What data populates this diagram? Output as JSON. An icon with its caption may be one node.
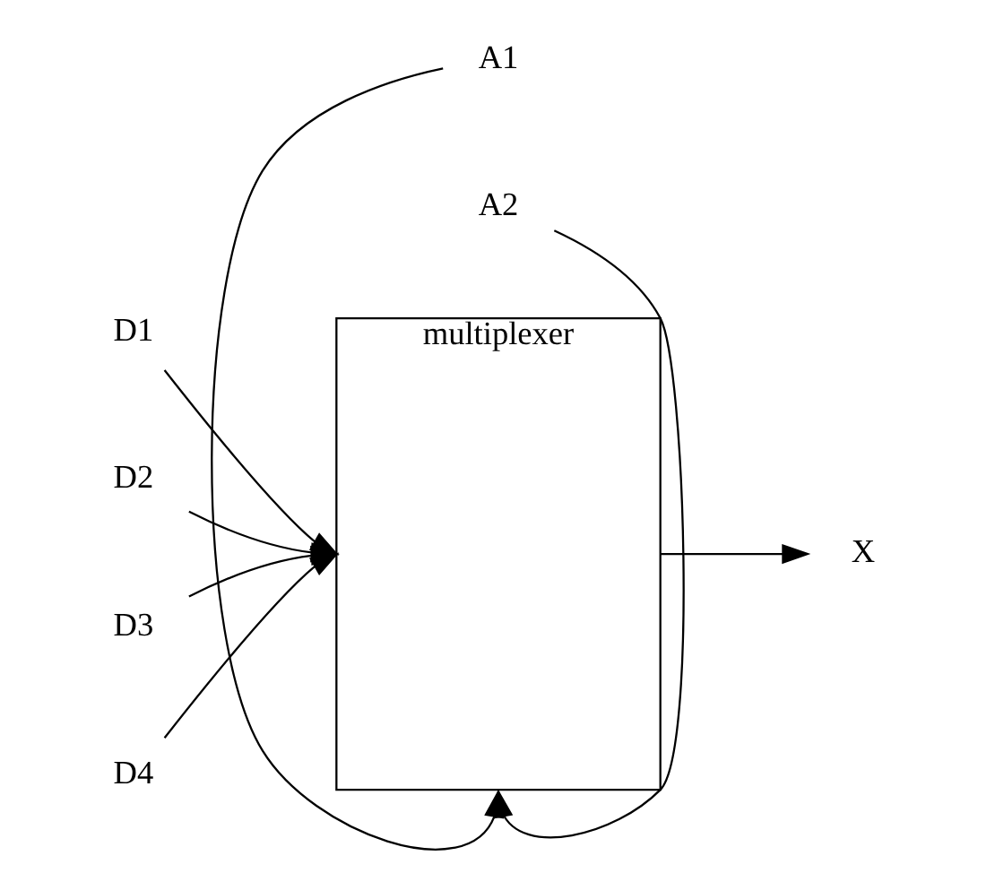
{
  "diagram": {
    "nodes": [
      {
        "text": [
          "multiplexer"
        ]
      },
      {
        "text": [
          "D1"
        ]
      },
      {
        "text": [
          "D2"
        ]
      },
      {
        "text": [
          "D3"
        ]
      },
      {
        "text": [
          "D4"
        ]
      },
      {
        "text": [
          "X"
        ]
      },
      {
        "text": [
          "A1"
        ]
      },
      {
        "text": [
          "A2"
        ]
      }
    ],
    "edges": [
      {
        "from": 1,
        "to": 0,
        "arrow": "to"
      },
      {
        "from": 2,
        "to": 0,
        "arrow": "to"
      },
      {
        "from": 3,
        "to": 0,
        "arrow": "to"
      },
      {
        "from": 4,
        "to": 0,
        "arrow": "to"
      },
      {
        "from": 0,
        "to": 5,
        "arrow": "to"
      },
      {
        "from": 6,
        "to": 0,
        "arrow": "to"
      },
      {
        "from": 7,
        "to": 0,
        "arrow": "to"
      }
    ]
  }
}
